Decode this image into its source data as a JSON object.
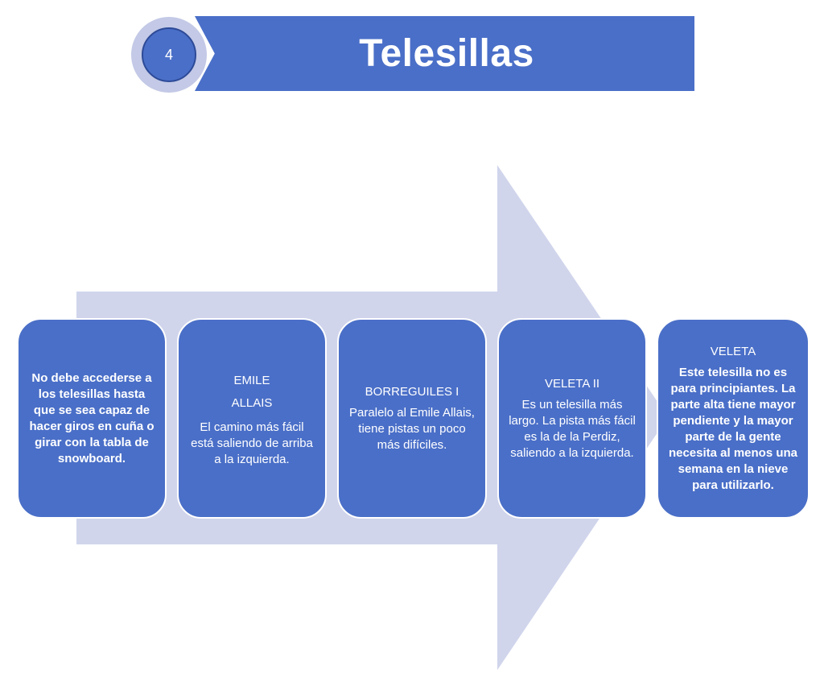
{
  "slide": {
    "number": "4",
    "title": "Telesillas"
  },
  "colors": {
    "box_fill": "#4a6fc8",
    "arrow_fill": "#d0d5ec",
    "badge_ring": "#c3c9e6"
  },
  "steps": [
    {
      "title": "",
      "body": "No debe accederse a los telesillas hasta que se sea capaz de hacer giros en cuña o girar con la tabla de snowboard."
    },
    {
      "title": "EMILE\nALLAIS",
      "body": "El camino más fácil está saliendo de arriba a la izquierda."
    },
    {
      "title": "BORREGUILES I",
      "body": "Paralelo al Emile Allais, tiene pistas un poco más difíciles."
    },
    {
      "title": "VELETA II",
      "body": "Es un telesilla más largo. La pista más fácil es la de la Perdiz, saliendo a la izquierda."
    },
    {
      "title": "VELETA",
      "body": "Este telesilla no es para principiantes. La parte alta tiene mayor pendiente y la mayor parte de la gente necesita al menos una semana en la nieve para utilizarlo."
    }
  ]
}
